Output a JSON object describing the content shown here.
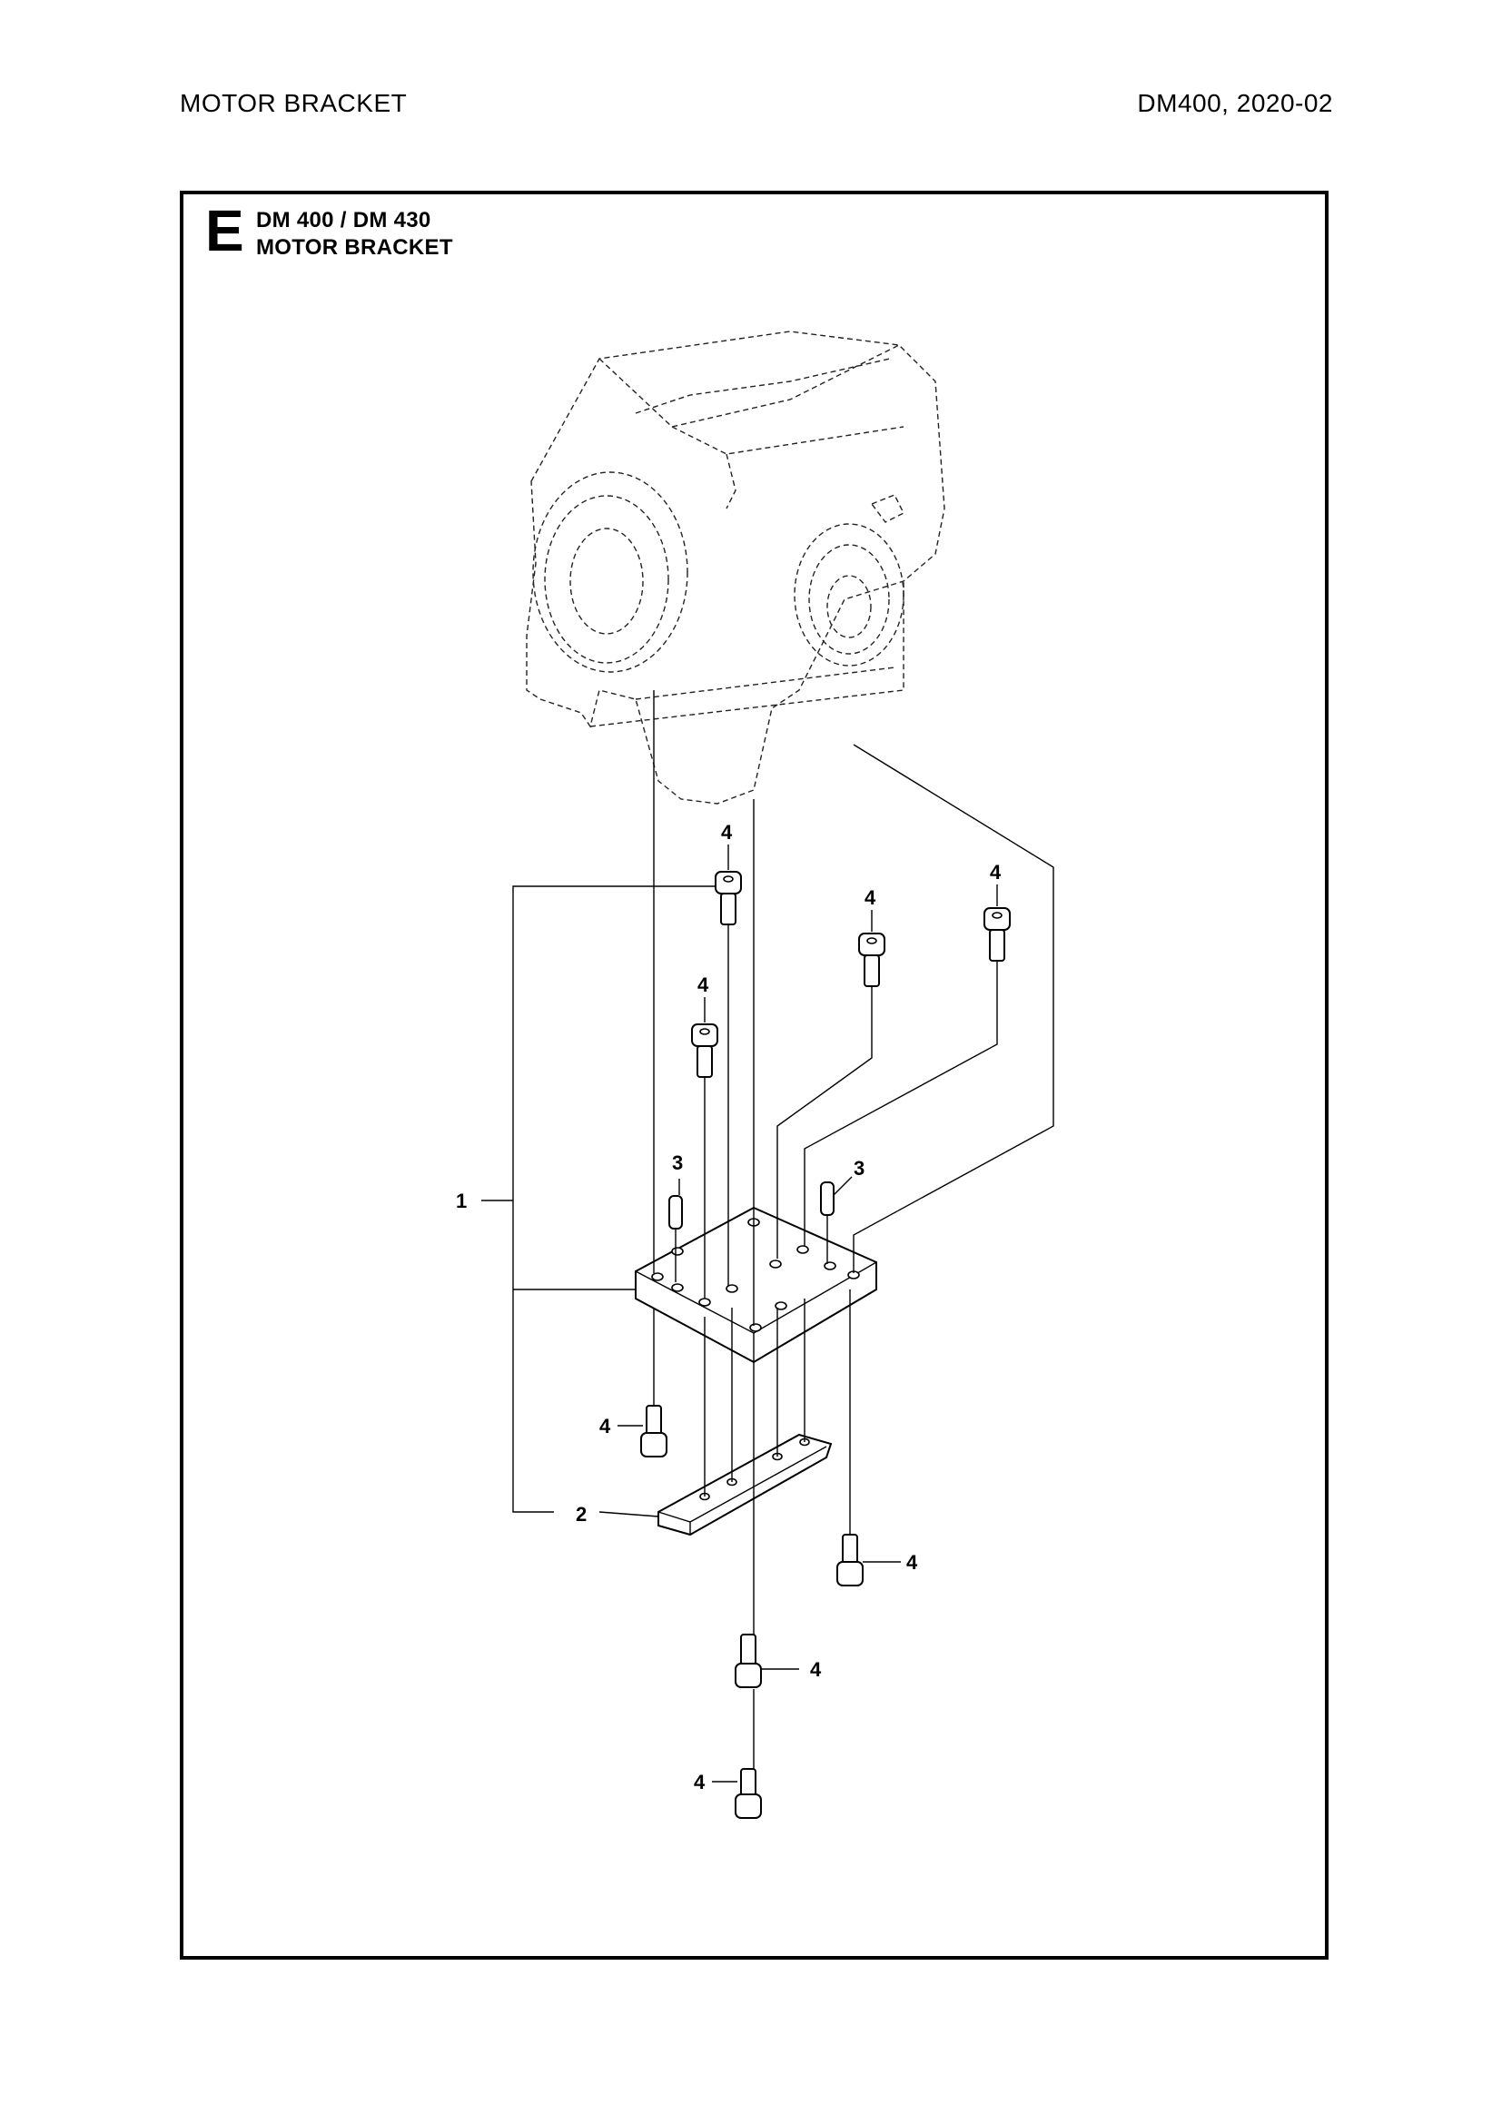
{
  "header": {
    "left": "MOTOR BRACKET",
    "right": "DM400, 2020-02"
  },
  "section": {
    "letter": "E",
    "title_line1": "DM 400 / DM 430",
    "title_line2": "MOTOR BRACKET"
  },
  "callouts": [
    "1",
    "2",
    "3",
    "3",
    "4",
    "4",
    "4",
    "4",
    "4",
    "4",
    "4",
    "4"
  ]
}
